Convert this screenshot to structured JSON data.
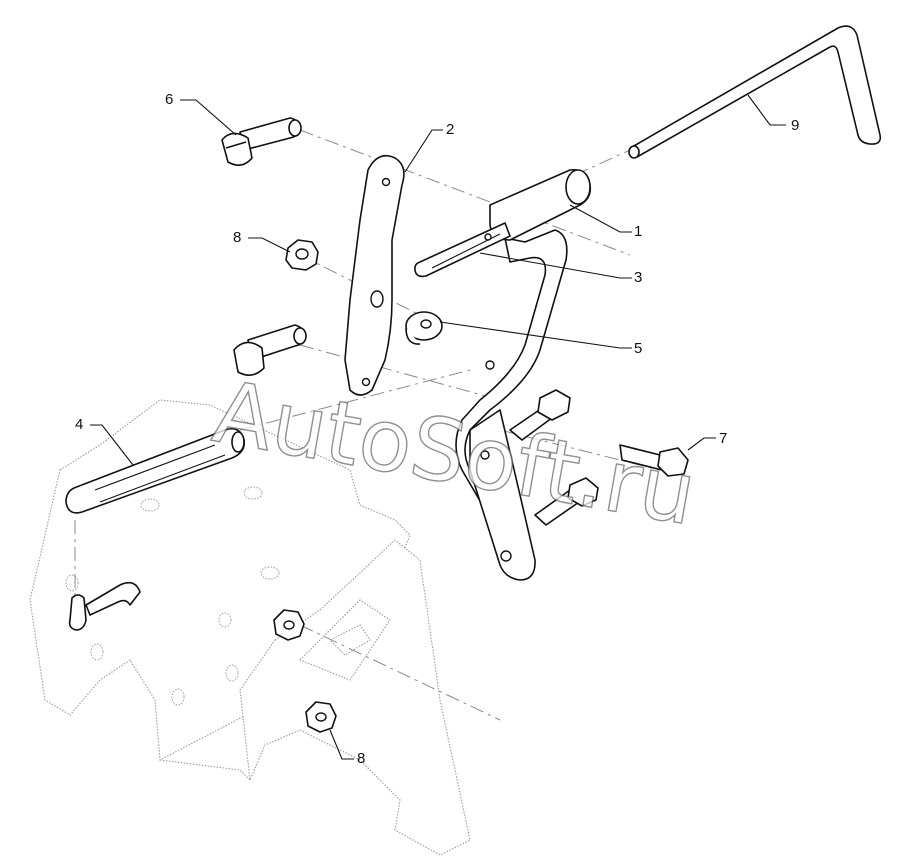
{
  "callouts": [
    "1",
    "2",
    "3",
    "4",
    "5",
    "6",
    "7",
    "8",
    "8",
    "9"
  ],
  "watermark": "AutoSoft.ru"
}
